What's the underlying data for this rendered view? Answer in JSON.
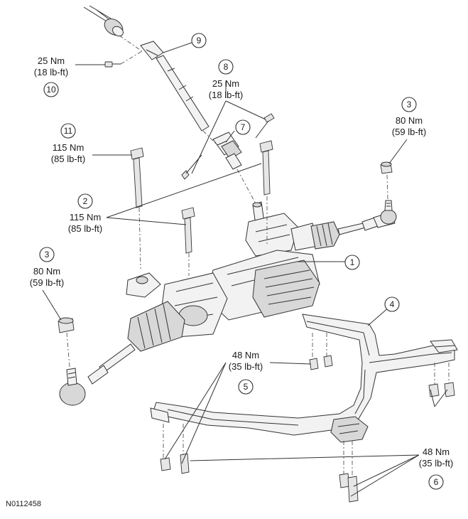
{
  "callouts": [
    {
      "id": "c1",
      "number": "1",
      "torque_nm": "",
      "torque_lbft": ""
    },
    {
      "id": "c2",
      "number": "2",
      "torque_nm": "115 Nm",
      "torque_lbft": "(85 lb-ft)"
    },
    {
      "id": "c3a",
      "number": "3",
      "torque_nm": "80 Nm",
      "torque_lbft": "(59 lb-ft)"
    },
    {
      "id": "c3b",
      "number": "3",
      "torque_nm": "80 Nm",
      "torque_lbft": "(59 lb-ft)"
    },
    {
      "id": "c4",
      "number": "4",
      "torque_nm": "",
      "torque_lbft": ""
    },
    {
      "id": "c5",
      "number": "5",
      "torque_nm": "48 Nm",
      "torque_lbft": "(35 lb-ft)"
    },
    {
      "id": "c6",
      "number": "6",
      "torque_nm": "48 Nm",
      "torque_lbft": "(35 lb-ft)"
    },
    {
      "id": "c7",
      "number": "7",
      "torque_nm": "",
      "torque_lbft": ""
    },
    {
      "id": "c8",
      "number": "8",
      "torque_nm": "25 Nm",
      "torque_lbft": "(18 lb-ft)"
    },
    {
      "id": "c9",
      "number": "9",
      "torque_nm": "",
      "torque_lbft": ""
    },
    {
      "id": "c10",
      "number": "10",
      "torque_nm": "25 Nm",
      "torque_lbft": "(18 lb-ft)"
    },
    {
      "id": "c11",
      "number": "11",
      "torque_nm": "115 Nm",
      "torque_lbft": "(85 lb-ft)"
    }
  ],
  "document_id": "N0112458"
}
